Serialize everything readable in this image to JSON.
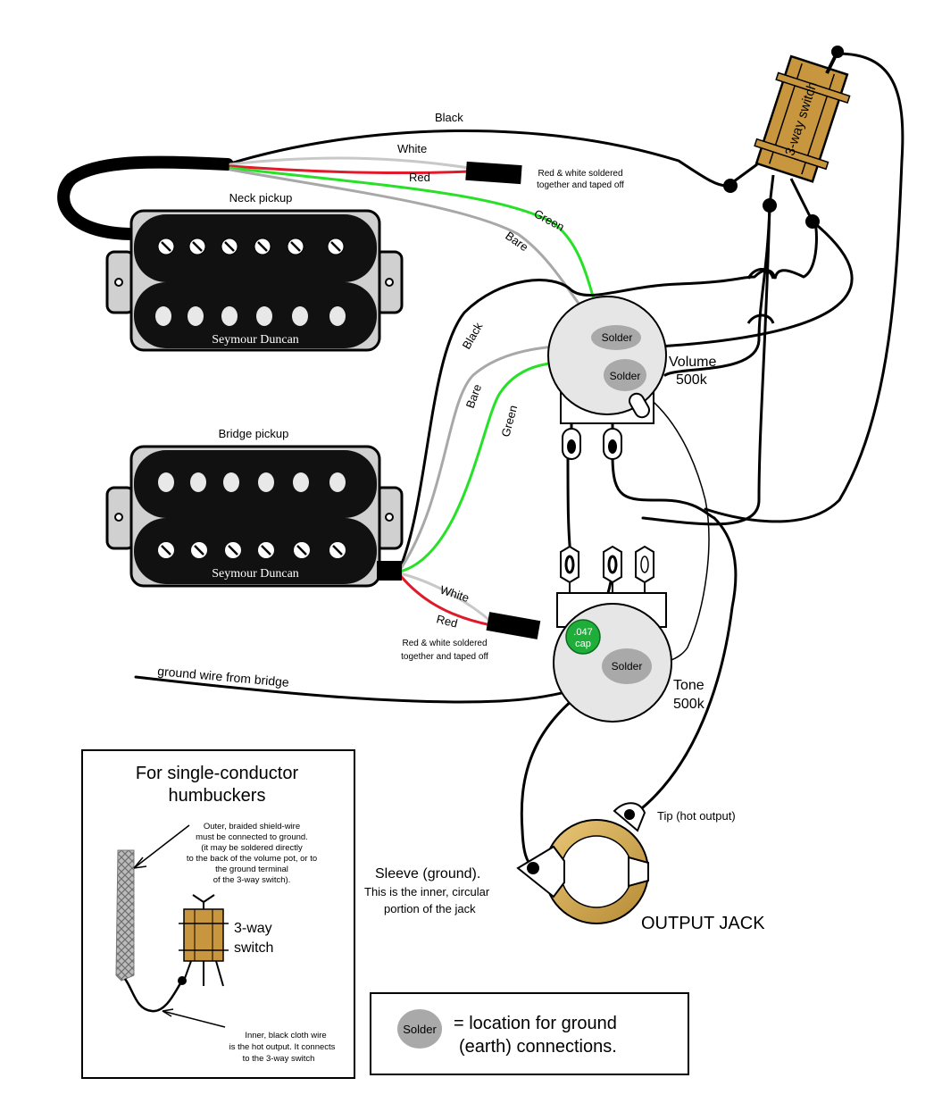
{
  "labels": {
    "neck_pickup": "Neck pickup",
    "bridge_pickup": "Bridge pickup",
    "brand": "Seymour Duncan",
    "switch": "3-way switch",
    "volume": "Volume",
    "volume_value": "500k",
    "tone": "Tone",
    "tone_value": "500k",
    "solder": "Solder",
    "cap_value": ".047",
    "cap_word": "cap",
    "output_jack": "OUTPUT JACK",
    "tip": "Tip (hot output)",
    "sleeve_1": "Sleeve (ground).",
    "sleeve_2": "This is the inner, circular",
    "sleeve_3": "portion of the jack",
    "ground_wire": "ground wire from bridge"
  },
  "wires": {
    "black": "Black",
    "white": "White",
    "red": "Red",
    "green": "Green",
    "bare": "Bare"
  },
  "notes": {
    "neck_taped_1": "Red & white soldered",
    "neck_taped_2": "together and taped off",
    "bridge_taped_1": "Red & white soldered",
    "bridge_taped_2": "together and taped off"
  },
  "inset": {
    "title_1": "For single-conductor",
    "title_2": "humbuckers",
    "outer_1": "Outer, braided shield-wire",
    "outer_2": "must be connected to ground.",
    "outer_3": "(it may be soldered directly",
    "outer_4": "to the back of the volume pot, or to",
    "outer_5": "the ground terminal",
    "outer_6": "of the 3-way switch).",
    "switch_1": "3-way",
    "switch_2": "switch",
    "inner_1": "Inner, black cloth wire",
    "inner_2": "is the hot output.  It connects",
    "inner_3": "to the 3-way switch"
  },
  "legend": {
    "solder": "Solder",
    "text_1": "= location for ground",
    "text_2": "(earth) connections."
  },
  "colors": {
    "wire_black": "#000000",
    "wire_white": "#c8c8c8",
    "wire_red": "#e0192b",
    "wire_green": "#27e027",
    "wire_bare": "#a8a8a8",
    "switch_body": "#c8963e",
    "cap": "#1fae3a",
    "jack_ring": "#d8b25c",
    "solder_blob": "#a9a9a9"
  }
}
